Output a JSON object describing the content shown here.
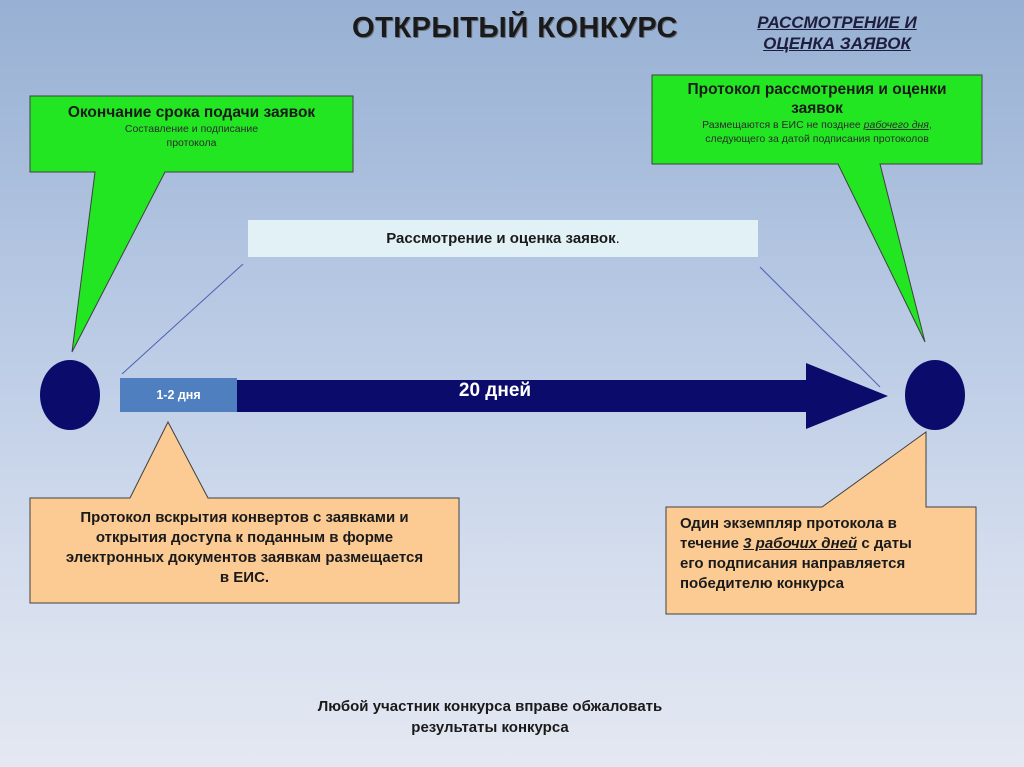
{
  "title": "ОТКРЫТЫЙ КОНКУРС",
  "subtitle": {
    "line1": "РАССМОТРЕНИЕ И",
    "line2": "ОЦЕНКА ЗАЯВОК"
  },
  "callout_left_top": {
    "title": "Окончание срока подачи заявок",
    "body_line1": "Составление и подписание",
    "body_line2": "протокола"
  },
  "callout_right_top": {
    "title_line1": "Протокол рассмотрения и оценки",
    "title_line2": "заявок",
    "body_pre": "Размещаются в ЕИС не позднее ",
    "body_emph": "рабочего дня",
    "body_post": ",",
    "body_line2": "следующего за датой подписания протоколов"
  },
  "review_box": {
    "label": "Рассмотрение и оценка заявок",
    "suffix": "."
  },
  "timeline": {
    "short_period": "1-2 дня",
    "long_period": "20 дней"
  },
  "callout_left_bottom": {
    "line1": "Протокол вскрытия конвертов с заявками и",
    "line2": "открытия доступа к поданным в форме",
    "line3": "электронных документов заявкам размещается",
    "line4": "в ЕИС."
  },
  "callout_right_bottom": {
    "line1": "Один экземпляр протокола в",
    "line2_pre": "течение ",
    "line2_emph": "3 рабочих дней",
    "line2_post": " с даты",
    "line3": "его подписания направляется",
    "line4": "победителю конкурса"
  },
  "footer": {
    "line1": "Любой участник конкурса вправе обжаловать",
    "line2": "результаты конкурса"
  },
  "colors": {
    "green": "#22e622",
    "orange": "#fbcb93",
    "navy": "#0b0b6b",
    "light_blue_box": "#e1f1f6",
    "period_blue": "#4f7fbf"
  }
}
